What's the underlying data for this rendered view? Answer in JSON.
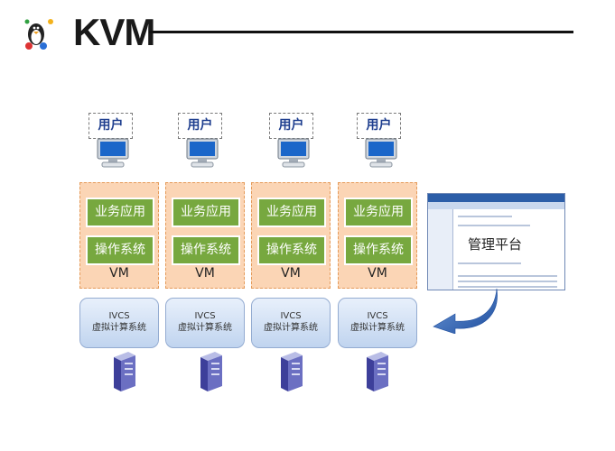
{
  "header": {
    "title": "KVM"
  },
  "columns": [
    {
      "user": "用户",
      "app": "业务应用",
      "os": "操作系统",
      "vm": "VM",
      "ivcs_line1": "IVCS",
      "ivcs_line2": "虚拟计算系统"
    },
    {
      "user": "用户",
      "app": "业务应用",
      "os": "操作系统",
      "vm": "VM",
      "ivcs_line1": "IVCS",
      "ivcs_line2": "虚拟计算系统"
    },
    {
      "user": "用户",
      "app": "业务应用",
      "os": "操作系统",
      "vm": "VM",
      "ivcs_line1": "IVCS",
      "ivcs_line2": "虚拟计算系统"
    },
    {
      "user": "用户",
      "app": "业务应用",
      "os": "操作系统",
      "vm": "VM",
      "ivcs_line1": "IVCS",
      "ivcs_line2": "虚拟计算系统"
    }
  ],
  "management": {
    "label": "管理平台"
  },
  "colors": {
    "vm_bg": "#fbd5b5",
    "app_box": "#77a83f",
    "ivcs_bg": "#c0d4ef",
    "user_text": "#1f3f8f",
    "arrow": "#2f5fae"
  }
}
